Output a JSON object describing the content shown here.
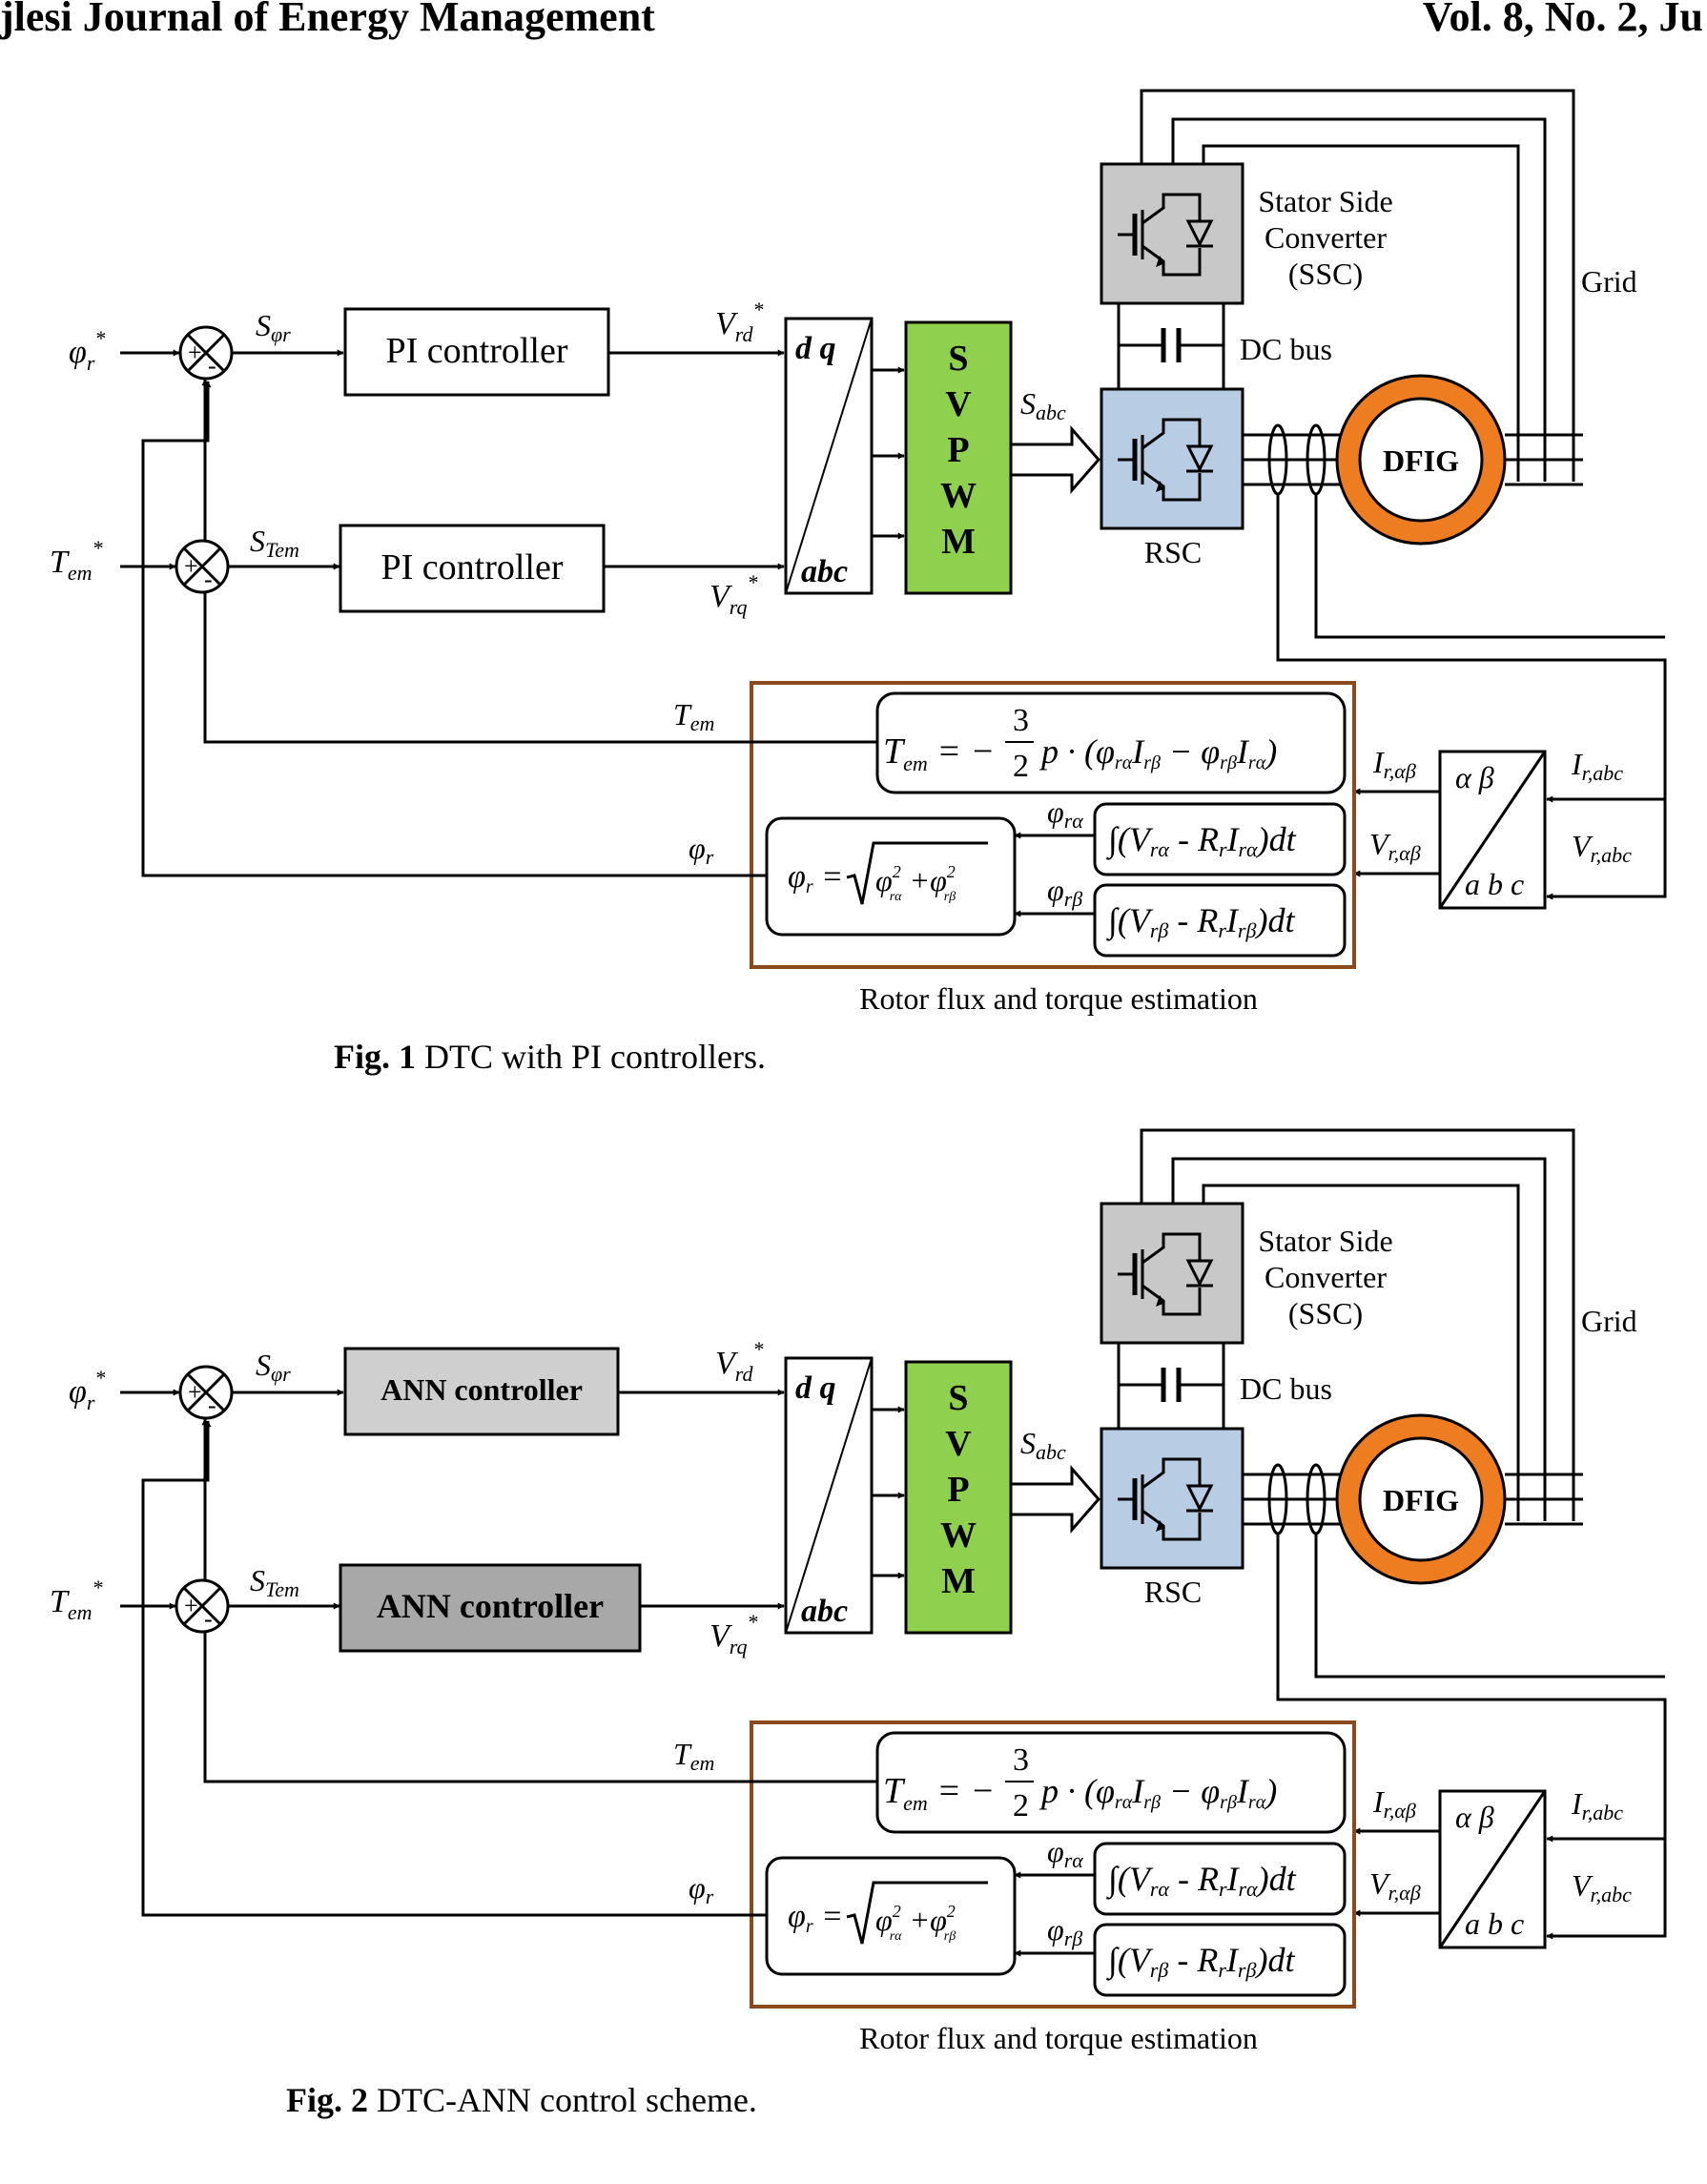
{
  "header": {
    "journal": "jlesi Journal of Energy Management",
    "volume": "Vol. 8, No. 2, Ju"
  },
  "labels": {
    "ssc_line1": "Stator Side",
    "ssc_line2": "Converter",
    "ssc_line3": "(SSC)",
    "grid": "Grid",
    "dc_bus": "DC bus",
    "rsc": "RSC",
    "dfig": "DFIG",
    "svpwm": [
      "S",
      "V",
      "P",
      "W",
      "M"
    ],
    "dq": "d q",
    "abc": "abc",
    "alpha_beta": "α β",
    "abc_spaced": "a b c",
    "estimation_title": "Rotor flux and torque estimation"
  },
  "figures": [
    {
      "controller_1": "PI controller",
      "controller_2": "PI controller",
      "caption_bold": "Fig. 1",
      "caption_text": " DTC with PI controllers."
    },
    {
      "controller_1": "ANN controller",
      "controller_2": "ANN controller",
      "caption_bold": "Fig. 2",
      "caption_text": " DTC-ANN control scheme."
    }
  ],
  "colors": {
    "ssc_fill": "#c8c8c8",
    "rsc_fill": "#b8cce4",
    "svpwm_fill": "#8fd14f",
    "dfig_ring": "#ee7d22",
    "estimation_border": "#8B4A1C",
    "ann1_fill": "#cfcfcf",
    "ann2_fill": "#a8a8a8"
  }
}
